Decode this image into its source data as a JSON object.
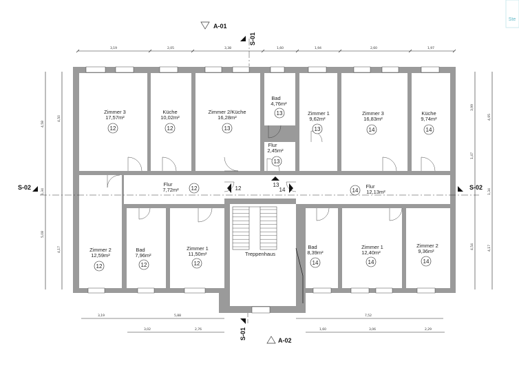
{
  "logo_text": "Ste",
  "section_markers": {
    "top_view": "A-01",
    "bottom_view": "A-02",
    "top_cut": "S-01",
    "bottom_cut": "S-01",
    "left_cut": "S-02",
    "right_cut": "S-02"
  },
  "rooms": [
    {
      "id": "r1",
      "name": "Zimmer 3",
      "area": "17,57m²",
      "unit": "12"
    },
    {
      "id": "r2",
      "name": "Küche",
      "area": "10,02m²",
      "unit": "12"
    },
    {
      "id": "r3",
      "name": "Zimmer 2/Küche",
      "area": "16,28m²",
      "unit": "13"
    },
    {
      "id": "r4",
      "name": "Bad",
      "area": "4,76m²",
      "unit": "13"
    },
    {
      "id": "r5",
      "name": "Flur",
      "area": "2,45m²",
      "unit": "13"
    },
    {
      "id": "r6",
      "name": "Zimmer 1",
      "area": "9,62m²",
      "unit": "13"
    },
    {
      "id": "r7",
      "name": "Zimmer 3",
      "area": "16,83m²",
      "unit": "14"
    },
    {
      "id": "r8",
      "name": "Küche",
      "area": "9,74m²",
      "unit": "14"
    },
    {
      "id": "r9",
      "name": "Flur",
      "area": "7,72m²",
      "unit": "12"
    },
    {
      "id": "r10",
      "name": "Flur",
      "area": "12,13m²",
      "unit": "14"
    },
    {
      "id": "r11",
      "name": "Zimmer 2",
      "area": "12,59m²",
      "unit": "12"
    },
    {
      "id": "r12",
      "name": "Bad",
      "area": "7,96m²",
      "unit": "12"
    },
    {
      "id": "r13",
      "name": "Zimmer 1",
      "area": "11,50m²",
      "unit": "12"
    },
    {
      "id": "r14",
      "name": "Bad",
      "area": "8,39m²",
      "unit": "14"
    },
    {
      "id": "r15",
      "name": "Zimmer 1",
      "area": "12,40m²",
      "unit": "14"
    },
    {
      "id": "r16",
      "name": "Zimmer 2",
      "area": "9,36m²",
      "unit": "14"
    }
  ],
  "stair": {
    "label": "Treppenhaus",
    "door_left": "12",
    "door_top": "13",
    "door_right": "14"
  },
  "dimensions": {
    "top": [
      "3,19",
      "2,05",
      "3,38",
      "1,60",
      "1,94",
      "2,60",
      "1,97"
    ],
    "bottom_outer": [
      "3,19",
      "5,88",
      "7,52"
    ],
    "bottom_inner": [
      "3,02",
      "2,76",
      "1,60",
      "3,06",
      "2,29"
    ],
    "left_outer": [
      "4,58",
      "1,34",
      "5,08"
    ],
    "left_inner": [
      "4,50",
      "4,17"
    ],
    "right_outer": [
      "4,95",
      "1,34",
      "4,17"
    ],
    "right_inner": [
      "3,99",
      "1,47",
      "4,54"
    ]
  }
}
